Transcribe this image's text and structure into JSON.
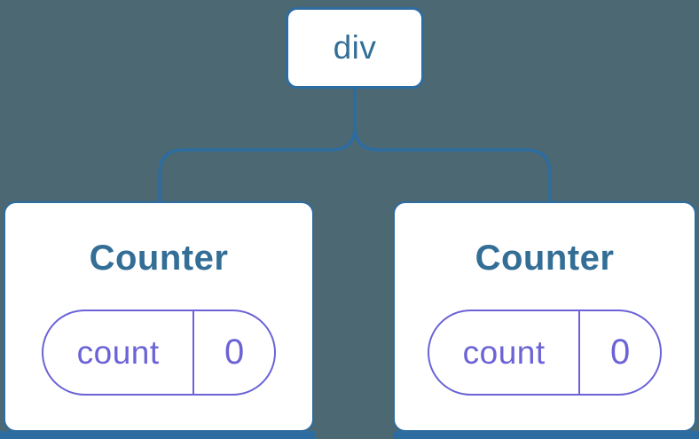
{
  "diagram": {
    "type": "component-tree",
    "root": {
      "label": "div"
    },
    "children": [
      {
        "title": "Counter",
        "state": {
          "key": "count",
          "value": "0"
        }
      },
      {
        "title": "Counter",
        "state": {
          "key": "count",
          "value": "0"
        }
      }
    ]
  },
  "colors": {
    "background": "#4C6872",
    "accent_blue": "#2D6CA0",
    "text_blue": "#336E96",
    "accent_purple": "#6B63D6",
    "card_background": "#FFFFFF"
  }
}
